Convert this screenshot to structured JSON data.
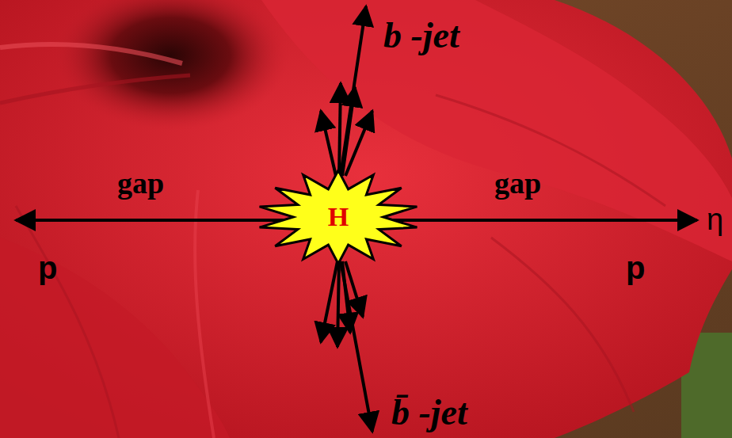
{
  "diagram": {
    "nodes": [
      {
        "text": [
          "H"
        ]
      }
    ],
    "labels": [
      "b -jet",
      "gap",
      "gap",
      "p",
      "p",
      "η",
      "b̄ -jet"
    ]
  }
}
